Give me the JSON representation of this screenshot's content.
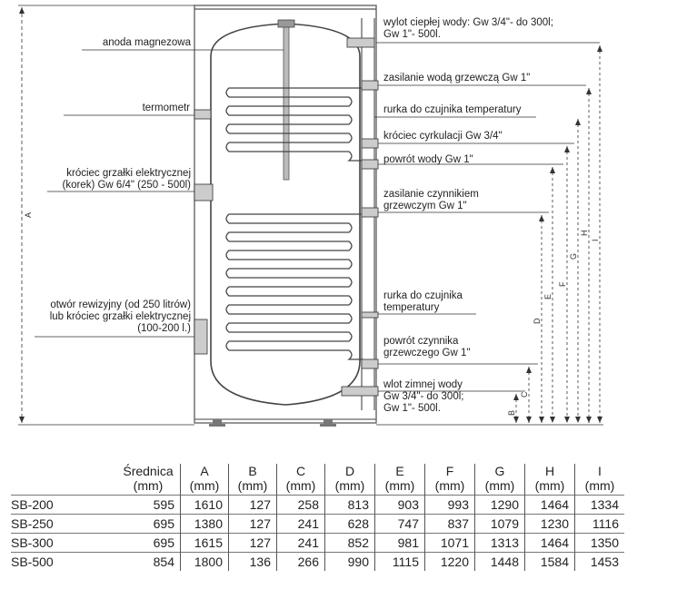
{
  "labels": {
    "magnesium_anode": "anoda magnezowa",
    "thermometer": "termometr",
    "heater_stub": [
      "króciec grzałki elektrycznej",
      "(korek) Gw 6/4\" (250 - 500l)"
    ],
    "inspection_hole": [
      "otwór rewizyjny (od 250 litrów)",
      "lub króciec grzałki elektrycznej",
      "(100-200 l.)"
    ],
    "hot_water_outlet": [
      "wylot ciepłej wody: Gw 3/4\"- do 300l;",
      "Gw 1\"- 500l."
    ],
    "heating_water_supply": "zasilanie wodą grzewczą Gw 1\"",
    "sensor_tube_top": "rurka do czujnika temperatury",
    "circulation_stub": "króciec cyrkulacji Gw 3/4\"",
    "water_return": "powrót wody Gw 1\"",
    "heating_medium_supply": [
      "zasilanie czynnikiem",
      "grzewczym Gw 1\""
    ],
    "sensor_tube_bottom": [
      "rurka do czujnika",
      "temperatury"
    ],
    "heating_medium_return": [
      "powrót czynnika",
      "grzewczego Gw 1\""
    ],
    "cold_water_inlet": [
      "wlot zimnej wody",
      "Gw 3/4\"- do 300l;",
      "Gw 1\"- 500l."
    ]
  },
  "dimensions": [
    "A",
    "B",
    "C",
    "D",
    "E",
    "F",
    "G",
    "H",
    "I"
  ],
  "table": {
    "headers": [
      [
        "Średnica",
        "(mm)"
      ],
      [
        "A",
        "(mm)"
      ],
      [
        "B",
        "(mm)"
      ],
      [
        "C",
        "(mm)"
      ],
      [
        "D",
        "(mm)"
      ],
      [
        "E",
        "(mm)"
      ],
      [
        "F",
        "(mm)"
      ],
      [
        "G",
        "(mm)"
      ],
      [
        "H",
        "(mm)"
      ],
      [
        "I",
        "(mm)"
      ]
    ],
    "rows": [
      {
        "model": "SB-200",
        "values": [
          "595",
          "1610",
          "127",
          "258",
          "813",
          "903",
          "993",
          "1290",
          "1464",
          "1334"
        ]
      },
      {
        "model": "SB-250",
        "values": [
          "695",
          "1380",
          "127",
          "241",
          "628",
          "747",
          "837",
          "1079",
          "1230",
          "1116"
        ]
      },
      {
        "model": "SB-300",
        "values": [
          "695",
          "1615",
          "127",
          "241",
          "852",
          "981",
          "1071",
          "1313",
          "1464",
          "1350"
        ]
      },
      {
        "model": "SB-500",
        "values": [
          "854",
          "1800",
          "136",
          "266",
          "990",
          "1115",
          "1220",
          "1448",
          "1584",
          "1453"
        ]
      }
    ]
  }
}
